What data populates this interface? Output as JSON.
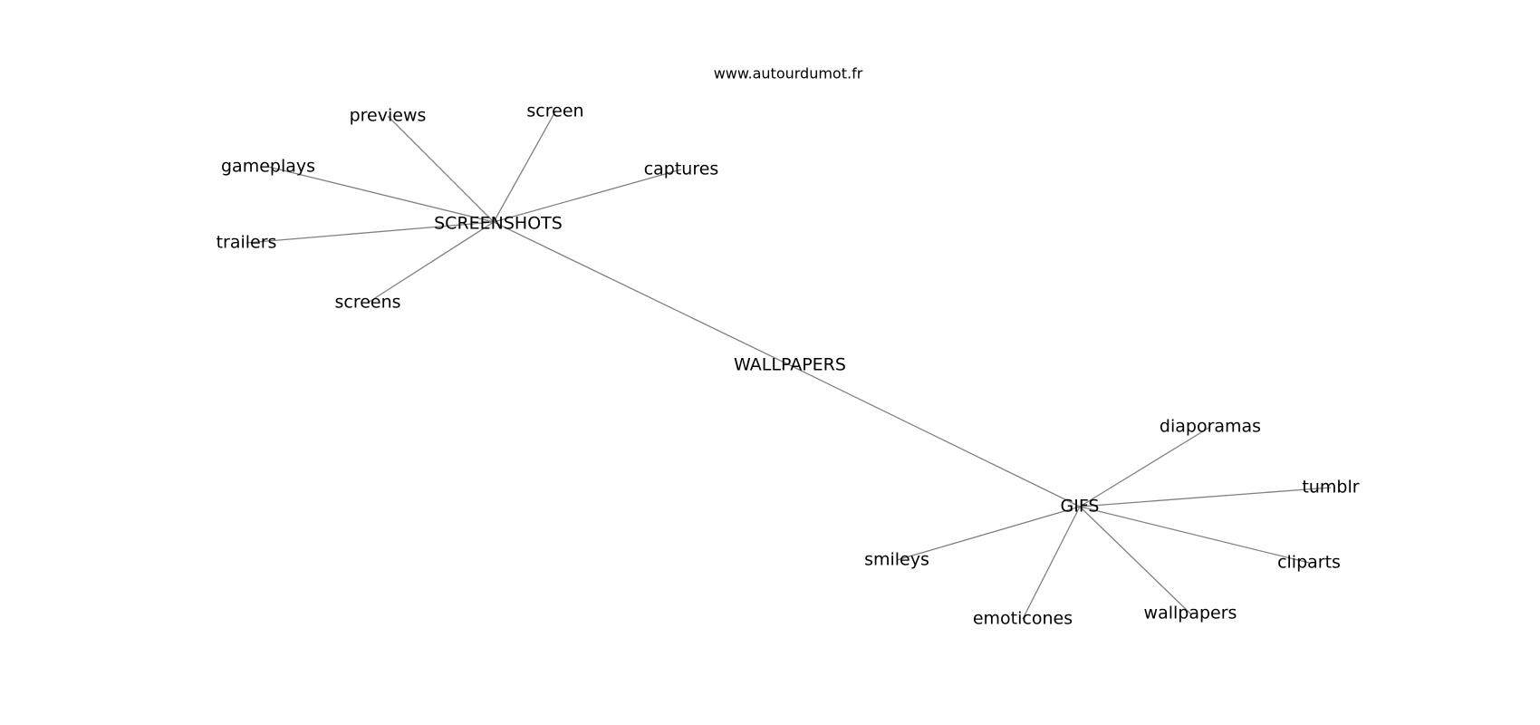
{
  "watermark": "www.autourdumot.fr",
  "graph": {
    "center": "WALLPAPERS",
    "hubs": [
      {
        "id": "SCREENSHOTS",
        "label": "SCREENSHOTS",
        "children": [
          "previews",
          "screen",
          "gameplays",
          "captures",
          "trailers",
          "screens"
        ]
      },
      {
        "id": "GIFS",
        "label": "GIFS",
        "children": [
          "diaporamas",
          "tumblr",
          "smileys",
          "cliparts",
          "emoticones",
          "wallpapers"
        ]
      }
    ]
  }
}
